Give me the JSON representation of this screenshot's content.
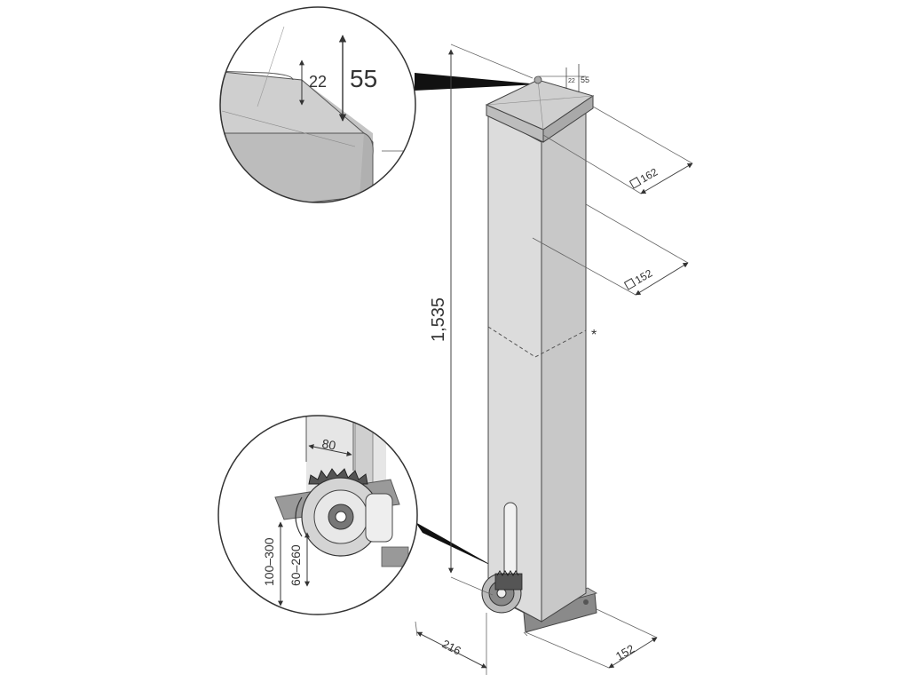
{
  "dimensions": {
    "cap_inner": "22",
    "cap_outer": "55",
    "cap_width": "162",
    "post_width": "152",
    "height": "1,535",
    "base_depth": "216",
    "base_width": "152",
    "gear_offset": "80",
    "rack_range_outer": "100–300",
    "rack_range_inner": "60–260",
    "cut_marker": "*"
  },
  "colors": {
    "post_front": "#dcdcdc",
    "post_side": "#c6c6c6",
    "cap_top": "#cfcfcf",
    "line": "#444444",
    "callout": "#111111"
  }
}
